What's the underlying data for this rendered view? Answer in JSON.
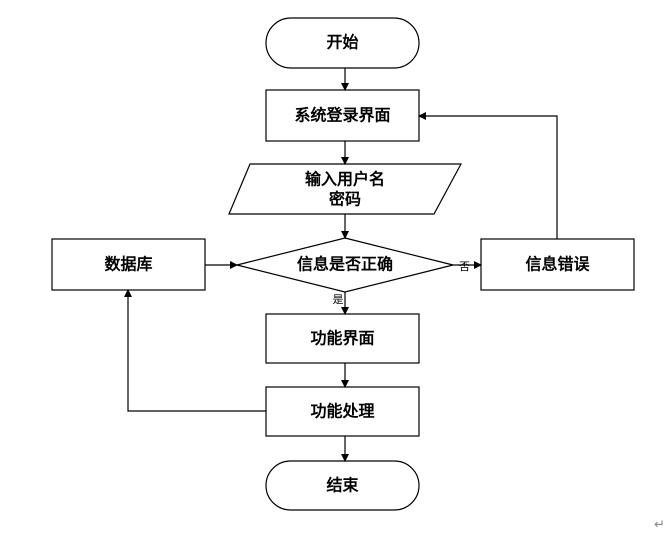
{
  "diagram": {
    "nodes": {
      "start": "开始",
      "login": "系统登录界面",
      "input_line1": "输入用户名",
      "input_line2": "密码",
      "check": "信息是否正确",
      "database": "数据库",
      "error": "信息错误",
      "function_ui": "功能界面",
      "function_proc": "功能处理",
      "end": "结束"
    },
    "edge_labels": {
      "no": "否",
      "yes": "是"
    },
    "return_mark": "↵"
  }
}
